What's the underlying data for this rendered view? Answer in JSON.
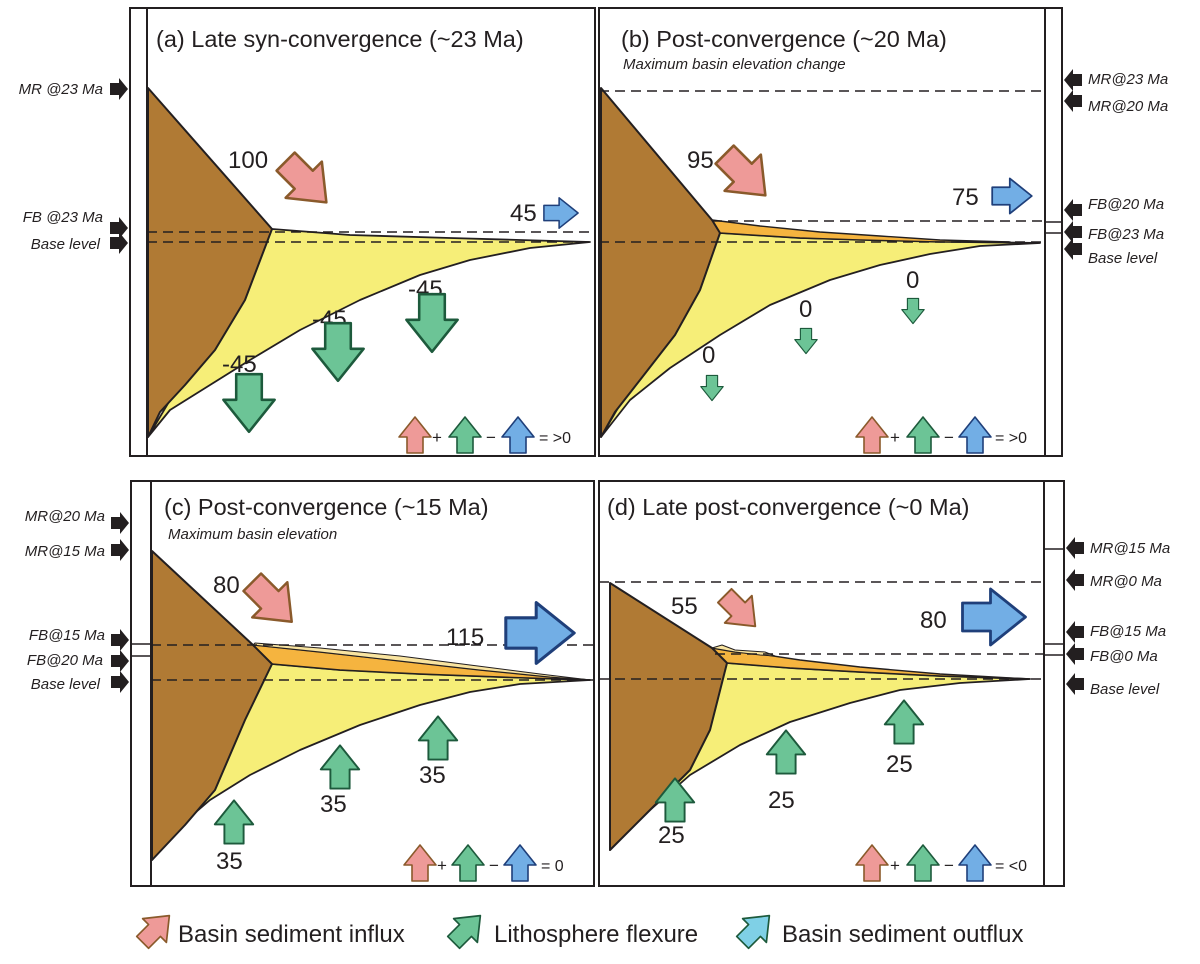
{
  "legend": {
    "influx_label": "Basin sediment influx",
    "flexure_label": "Lithosphere flexure",
    "outflux_label": "Basin sediment outflux"
  },
  "panels": {
    "a": {
      "title": "(a) Late syn-convergence (~23 Ma)",
      "subtitle": "",
      "left_labels": [
        "MR @23 Ma",
        "FB @23 Ma",
        "Base level"
      ],
      "influx_value": "100",
      "outflux_value": "45",
      "flexure_values": [
        "-45",
        "-45",
        "-45"
      ],
      "flexure_direction": "down",
      "equation_result": "= >0"
    },
    "b": {
      "title": "(b) Post-convergence (~20 Ma)",
      "subtitle": "Maximum basin elevation change",
      "right_labels": [
        "MR@23 Ma",
        "MR@20 Ma",
        "FB@20 Ma",
        "FB@23 Ma",
        "Base level"
      ],
      "influx_value": "95",
      "outflux_value": "75",
      "flexure_values": [
        "0",
        "0",
        "0"
      ],
      "flexure_direction": "down",
      "equation_result": "= >0"
    },
    "c": {
      "title": "(c) Post-convergence (~15 Ma)",
      "subtitle": "Maximum basin elevation",
      "left_labels": [
        "MR@20 Ma",
        "MR@15 Ma",
        "FB@15 Ma",
        "FB@20 Ma",
        "Base level"
      ],
      "influx_value": "80",
      "outflux_value": "115",
      "flexure_values": [
        "35",
        "35",
        "35"
      ],
      "flexure_direction": "up",
      "equation_result": "= 0"
    },
    "d": {
      "title": "(d) Late post-convergence (~0 Ma)",
      "subtitle": "",
      "right_labels": [
        "MR@15 Ma",
        "MR@0 Ma",
        "FB@15 Ma",
        "FB@0 Ma",
        "Base level"
      ],
      "influx_value": "55",
      "outflux_value": "80",
      "flexure_values": [
        "25",
        "25",
        "25"
      ],
      "flexure_direction": "up",
      "equation_result": "= <0"
    }
  },
  "equation": {
    "plus": "+",
    "minus": "−"
  },
  "colors": {
    "orogen": "#b07a34",
    "basin_fill": "#f6ee78",
    "young_fill": "#f5b43f",
    "influx_arrow": "#ee9a98",
    "flexure_arrow": "#6cc496",
    "outflux_arrow": "#72aee5",
    "legend_outflux_arrow": "#7fd0e6"
  }
}
